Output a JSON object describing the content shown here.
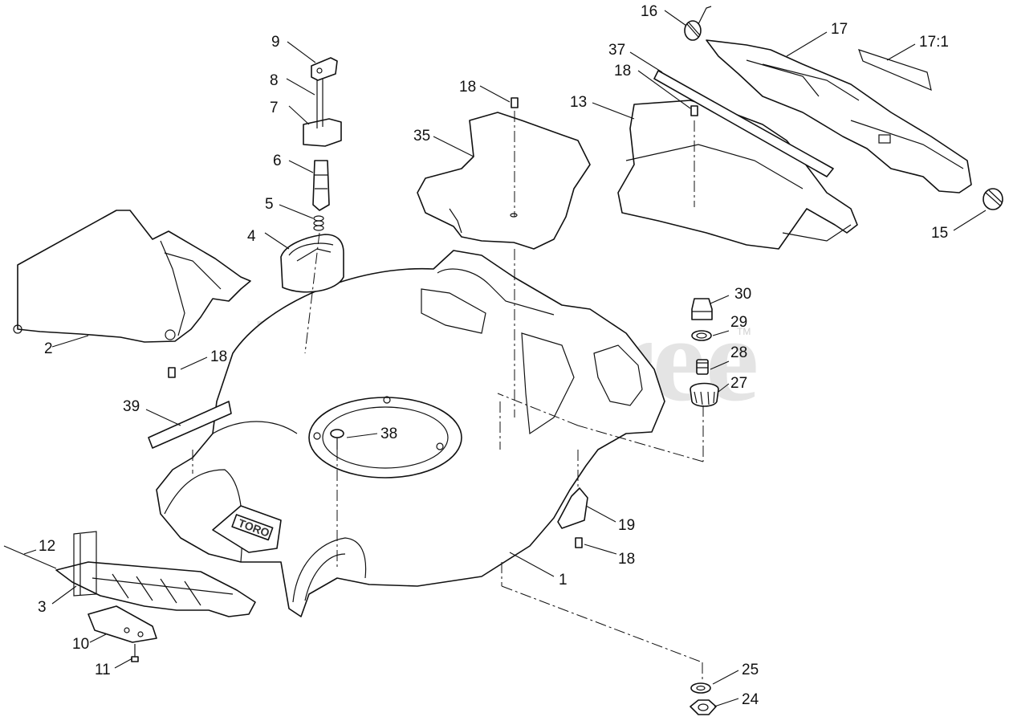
{
  "watermark": {
    "text": "PartsTree",
    "mark": "TM"
  },
  "brand_logo": "TORO",
  "callouts": [
    {
      "id": "c1",
      "label": "1"
    },
    {
      "id": "c2",
      "label": "2"
    },
    {
      "id": "c3",
      "label": "3"
    },
    {
      "id": "c4",
      "label": "4"
    },
    {
      "id": "c5",
      "label": "5"
    },
    {
      "id": "c6",
      "label": "6"
    },
    {
      "id": "c7",
      "label": "7"
    },
    {
      "id": "c8",
      "label": "8"
    },
    {
      "id": "c9",
      "label": "9"
    },
    {
      "id": "c10",
      "label": "10"
    },
    {
      "id": "c11",
      "label": "11"
    },
    {
      "id": "c12",
      "label": "12"
    },
    {
      "id": "c13",
      "label": "13"
    },
    {
      "id": "c15",
      "label": "15"
    },
    {
      "id": "c16",
      "label": "16"
    },
    {
      "id": "c17",
      "label": "17"
    },
    {
      "id": "c17_1",
      "label": "17:1"
    },
    {
      "id": "c18a",
      "label": "18"
    },
    {
      "id": "c18b",
      "label": "18"
    },
    {
      "id": "c18c",
      "label": "18"
    },
    {
      "id": "c18d",
      "label": "18"
    },
    {
      "id": "c19",
      "label": "19"
    },
    {
      "id": "c24",
      "label": "24"
    },
    {
      "id": "c25",
      "label": "25"
    },
    {
      "id": "c27",
      "label": "27"
    },
    {
      "id": "c28",
      "label": "28"
    },
    {
      "id": "c29",
      "label": "29"
    },
    {
      "id": "c30",
      "label": "30"
    },
    {
      "id": "c35",
      "label": "35"
    },
    {
      "id": "c37",
      "label": "37"
    },
    {
      "id": "c38",
      "label": "38"
    },
    {
      "id": "c39",
      "label": "39"
    }
  ]
}
